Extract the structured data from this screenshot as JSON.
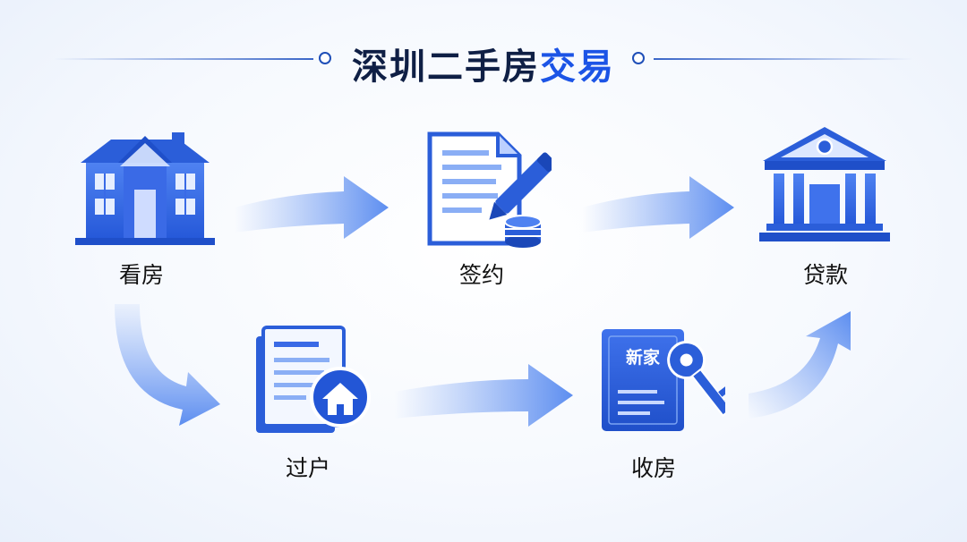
{
  "title": {
    "part1": "深圳二手房",
    "part2": "交易"
  },
  "steps": [
    {
      "label": "看房",
      "icon": "house-icon"
    },
    {
      "label": "签约",
      "icon": "contract-pen-icon"
    },
    {
      "label": "贷款",
      "icon": "bank-icon"
    },
    {
      "label": "过户",
      "icon": "transfer-document-icon"
    },
    {
      "label": "收房",
      "icon": "key-handover-icon"
    }
  ],
  "cert_text": "新家",
  "colors": {
    "primary": "#1c54e6",
    "dark_navy": "#0f1f45",
    "arrow": "#7ba3f3"
  }
}
